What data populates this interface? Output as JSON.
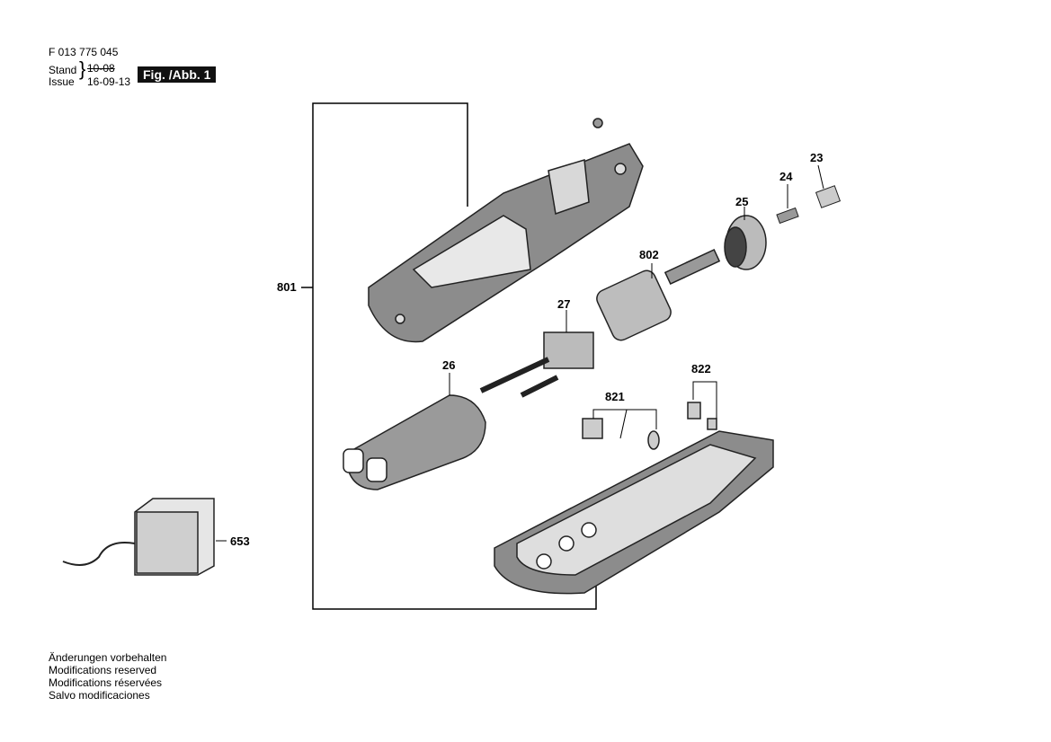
{
  "header": {
    "part_number": "F 013 775 045",
    "stand_label": "Stand",
    "stand_value": "10-08",
    "issue_label": "Issue",
    "issue_value": "16-09-13",
    "figure_label": "Fig. /Abb. 1"
  },
  "callouts": {
    "p801": "801",
    "p802": "802",
    "p23": "23",
    "p24": "24",
    "p25": "25",
    "p26": "26",
    "p27": "27",
    "p821": "821",
    "p822": "822",
    "p653": "653"
  },
  "footer": {
    "lines": [
      "Änderungen vorbehalten",
      "Modifications reserved",
      "Modifications réservées",
      "Salvo modificaciones"
    ]
  }
}
